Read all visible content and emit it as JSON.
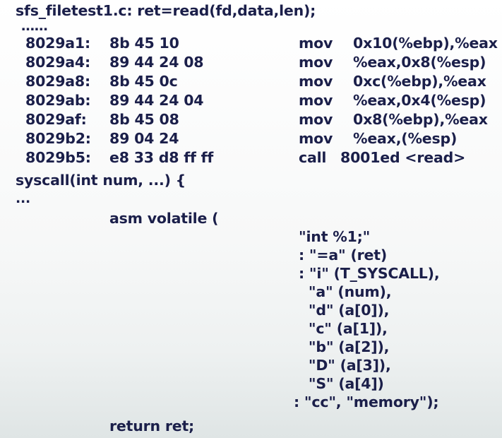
{
  "title_line": "sfs_filetest1.c: ret=read(fd,data,len);",
  "ellipsis_top": "……",
  "disasm": [
    {
      "addr": "8029a1:",
      "bytes": "8b 45 10",
      "op": "mov",
      "args": "0x10(%ebp),%eax"
    },
    {
      "addr": "8029a4:",
      "bytes": "89 44 24 08",
      "op": "mov",
      "args": "%eax,0x8(%esp)"
    },
    {
      "addr": "8029a8:",
      "bytes": "8b 45 0c",
      "op": "mov",
      "args": "0xc(%ebp),%eax"
    },
    {
      "addr": "8029ab:",
      "bytes": "89 44 24 04",
      "op": "mov",
      "args": "%eax,0x4(%esp)"
    },
    {
      "addr": "8029af:",
      "bytes": "8b 45 08",
      "op": "mov",
      "args": "0x8(%ebp),%eax"
    },
    {
      "addr": "8029b2:",
      "bytes": "89 04 24",
      "op": "mov",
      "args": "%eax,(%esp)"
    },
    {
      "addr": "8029b5:",
      "bytes": "e8 33 d8 ff ff",
      "op": "call",
      "args": "8001ed <read>"
    }
  ],
  "syscall_sig": "syscall(int num, ...) {",
  "ellipsis_mid": "...",
  "asm_open": "asm volatile (",
  "asm_lines": [
    "\"int %1;\"",
    ": \"=a\" (ret)",
    ": \"i\" (T_SYSCALL),",
    "  \"a\" (num),",
    "  \"d\" (a[0]),",
    "  \"c\" (a[1]),",
    "  \"b\" (a[2]),",
    "  \"D\" (a[3]),",
    "  \"S\" (a[4])",
    ": \"cc\", \"memory\");"
  ],
  "return_line": "return ret;"
}
